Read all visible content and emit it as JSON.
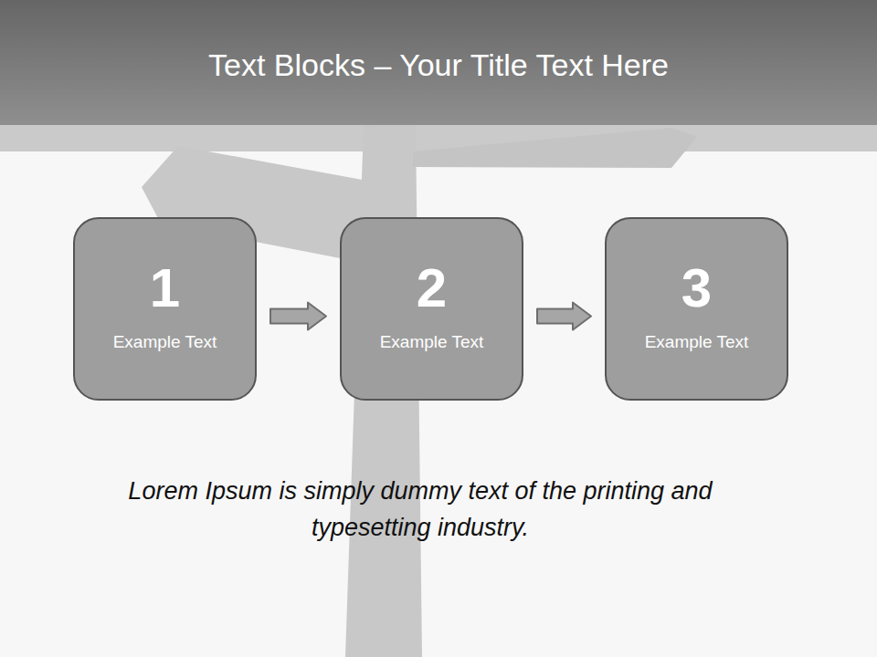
{
  "diagram": {
    "title": "Text Blocks – Your Title Text Here",
    "caption": "Lorem Ipsum is simply dummy text of the printing and typesetting industry.",
    "nodes": [
      {
        "text": [
          "1",
          "Example Text"
        ]
      },
      {
        "text": [
          "2",
          "Example Text"
        ]
      },
      {
        "text": [
          "3",
          "Example Text"
        ]
      }
    ],
    "edges": [
      {
        "from": 0,
        "to": 1,
        "arrow": "to"
      },
      {
        "from": 1,
        "to": 2,
        "arrow": "to"
      }
    ]
  }
}
